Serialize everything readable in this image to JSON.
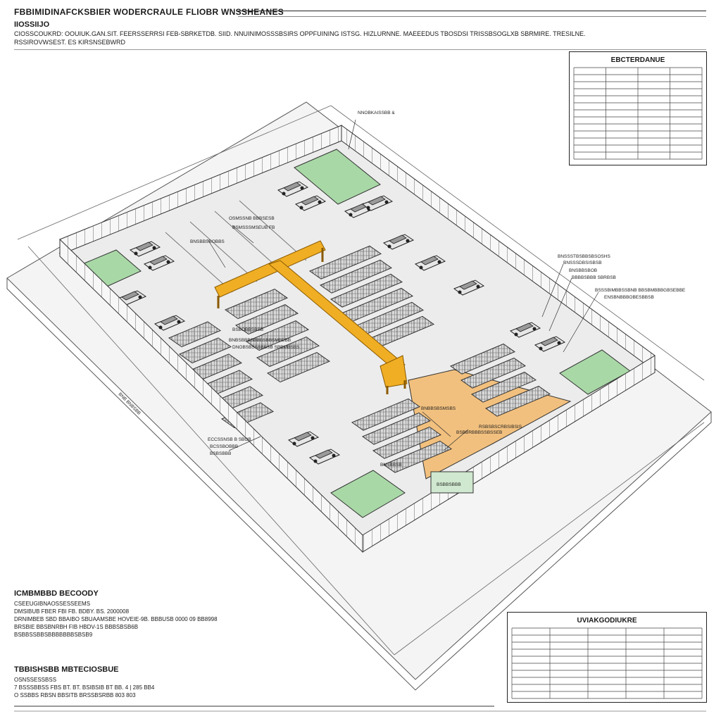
{
  "header": {
    "title": "FBBIMIDINAFCKSBIER WODERCRAULE FLIOBR WNSSHEANES",
    "subtitle": "IIOSSIIJO",
    "notes": [
      "CIOSSCOUKRD: OOUIUK.GAN.SIT. FEERSSERRSI FEB-SBRKETDB. SIID. NNUINIMOSSSBSIRS OPPFUINING ISTSG. HIZLURNNE. MAEEEDUS TBOSDSI TRISSBSOGLXB SBRMIRE. TRESILNE.",
      "RSSIROVWSEST. ES KIRSNSEBWRD"
    ]
  },
  "top_table": {
    "title": "EBCTERDANUE",
    "rows": [
      [
        "",
        "",
        "",
        ""
      ],
      [
        "",
        "",
        "",
        ""
      ],
      [
        "",
        "",
        "",
        ""
      ],
      [
        "",
        "",
        "",
        ""
      ],
      [
        "",
        "",
        "",
        ""
      ],
      [
        "",
        "",
        "",
        ""
      ],
      [
        "",
        "",
        "",
        ""
      ],
      [
        "",
        "",
        "",
        ""
      ],
      [
        "",
        "",
        "",
        ""
      ],
      [
        "",
        "",
        "",
        ""
      ],
      [
        "",
        "",
        "",
        ""
      ],
      [
        "",
        "",
        "",
        ""
      ],
      [
        "",
        "",
        "",
        ""
      ]
    ]
  },
  "bottom_table": {
    "title": "UVIAKGODIUKRE",
    "rows": [
      [
        "",
        "",
        "",
        "",
        ""
      ],
      [
        "",
        "",
        "",
        "",
        ""
      ],
      [
        "",
        "",
        "",
        "",
        ""
      ],
      [
        "",
        "",
        "",
        "",
        ""
      ],
      [
        "",
        "",
        "",
        "",
        ""
      ],
      [
        "",
        "",
        "",
        "",
        ""
      ],
      [
        "",
        "",
        "",
        "",
        ""
      ],
      [
        "",
        "",
        "",
        "",
        ""
      ],
      [
        "",
        "",
        "",
        "",
        ""
      ],
      [
        "",
        "",
        "",
        "",
        ""
      ]
    ]
  },
  "notes_a": {
    "heading": "ICMBMBBD BECOODY",
    "lines": [
      "CSEEUGIBNAOSSESSEEMS",
      "DMSIBUB FBER FBI FB. BDBY. BS. 2000008",
      "DRNIMBEB SBD BBAIBO SBUAAMSBE HOVEIE-9B. BBBUSB 0000 09 BB8998",
      "BRSBIE BBSBNRBH FIB HBDV-1S BBBSBSB6B",
      "BSBBSSBBSBBBBBBBSBSB9"
    ]
  },
  "notes_b": {
    "heading": "TBBISHSBB MBTECIOSBUE",
    "lines": [
      "OSNSSESSBSS",
      "7 BSSSBBSS FBS BT. BT. BSIBSIB BT BB. 4 | 285 BB4",
      "O SSBBS RBSN BBSITB BRSSBSRBB 803 803"
    ]
  },
  "callouts": [
    "NNOBKAISSBB &",
    "OSMSSNB BBBSESB",
    "BSMSSSMSEUB FB",
    "BNSBBSBOBBS",
    "BNSSSTBSBBSBSOSHS",
    "BNSSSDBSISBSB",
    "BNSBBSBOB",
    "BBBBSBBB SBRBSB",
    "BNB BNBSBB",
    "BSBOBBSBSB",
    "BSSSBIMBBSSBNB BBSBMBBBGBSEBBE",
    "ENSBNBBBOBESBBSB",
    "BNBSBBBSBBBSBBSMBBBB",
    "DNOBSBSSBBBSB SBBMBSBS",
    "BNBBSBSMSBS",
    "RSBSBSCRBSIBSIS",
    "BSBBRBBBSSBSSEB",
    "ECCSSNSB B SBOB",
    "BCSSBOBBB",
    "BSBSBBB",
    "BNSBBSB",
    "BSBBSBBB"
  ],
  "colors": {
    "crane": "#f0ae24",
    "green_zone": "#a9d8a7",
    "orange_zone": "#f2c07e",
    "floor": "#f1f1f1",
    "line": "#3a3a3a"
  },
  "icons": [
    "overhead-crane-icon",
    "forklift-icon",
    "storage-rack-icon"
  ]
}
